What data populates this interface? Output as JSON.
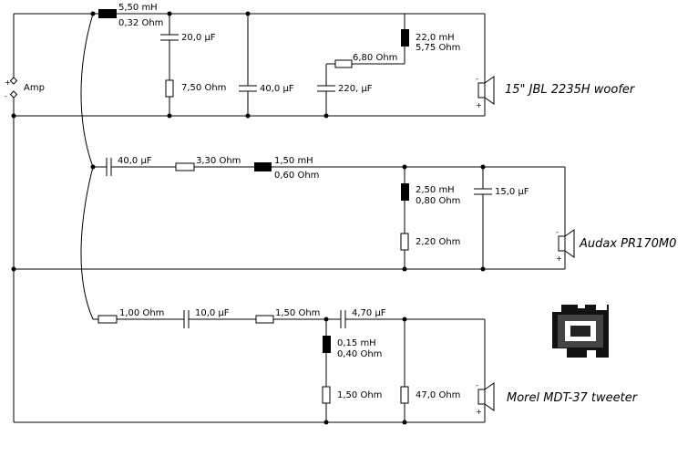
{
  "amp": {
    "label": "Amp",
    "plus": "+",
    "minus": "-"
  },
  "woofer": {
    "name": "15\" JBL 2235H woofer",
    "series_inductor": {
      "value": "5,50 mH",
      "resistance": "0,32 Ohm"
    },
    "cap_shunt": "20,0 µF",
    "res_shunt": "7,50 Ohm",
    "cap_shunt2": "40,0 µF",
    "cap_zobel": "220, µF",
    "res_zobel": "6,80 Ohm",
    "ind_zobel": {
      "value": "22,0 mH",
      "resistance": "5,75 Ohm"
    },
    "plus": "+",
    "minus": "-"
  },
  "mid": {
    "name": "Audax PR170M0",
    "series_cap": "40,0 µF",
    "series_res": "3,30 Ohm",
    "series_inductor": {
      "value": "1,50 mH",
      "resistance": "0,60 Ohm"
    },
    "shunt_inductor": {
      "value": "2,50 mH",
      "resistance": "0,80 Ohm"
    },
    "shunt_res": "2,20 Ohm",
    "shunt_cap": "15,0 µF",
    "plus": "+",
    "minus": "-"
  },
  "tweeter": {
    "name": "Morel MDT-37 tweeter",
    "series_res1": "1,00 Ohm",
    "series_cap1": "10,0 µF",
    "series_res2": "1,50 Ohm",
    "series_cap2": "4,70 µF",
    "shunt_inductor": {
      "value": "0,15 mH",
      "resistance": "0,40 Ohm"
    },
    "shunt_res": "1,50 Ohm",
    "shunt_res2": "47,0 Ohm",
    "plus": "+",
    "minus": "-"
  }
}
